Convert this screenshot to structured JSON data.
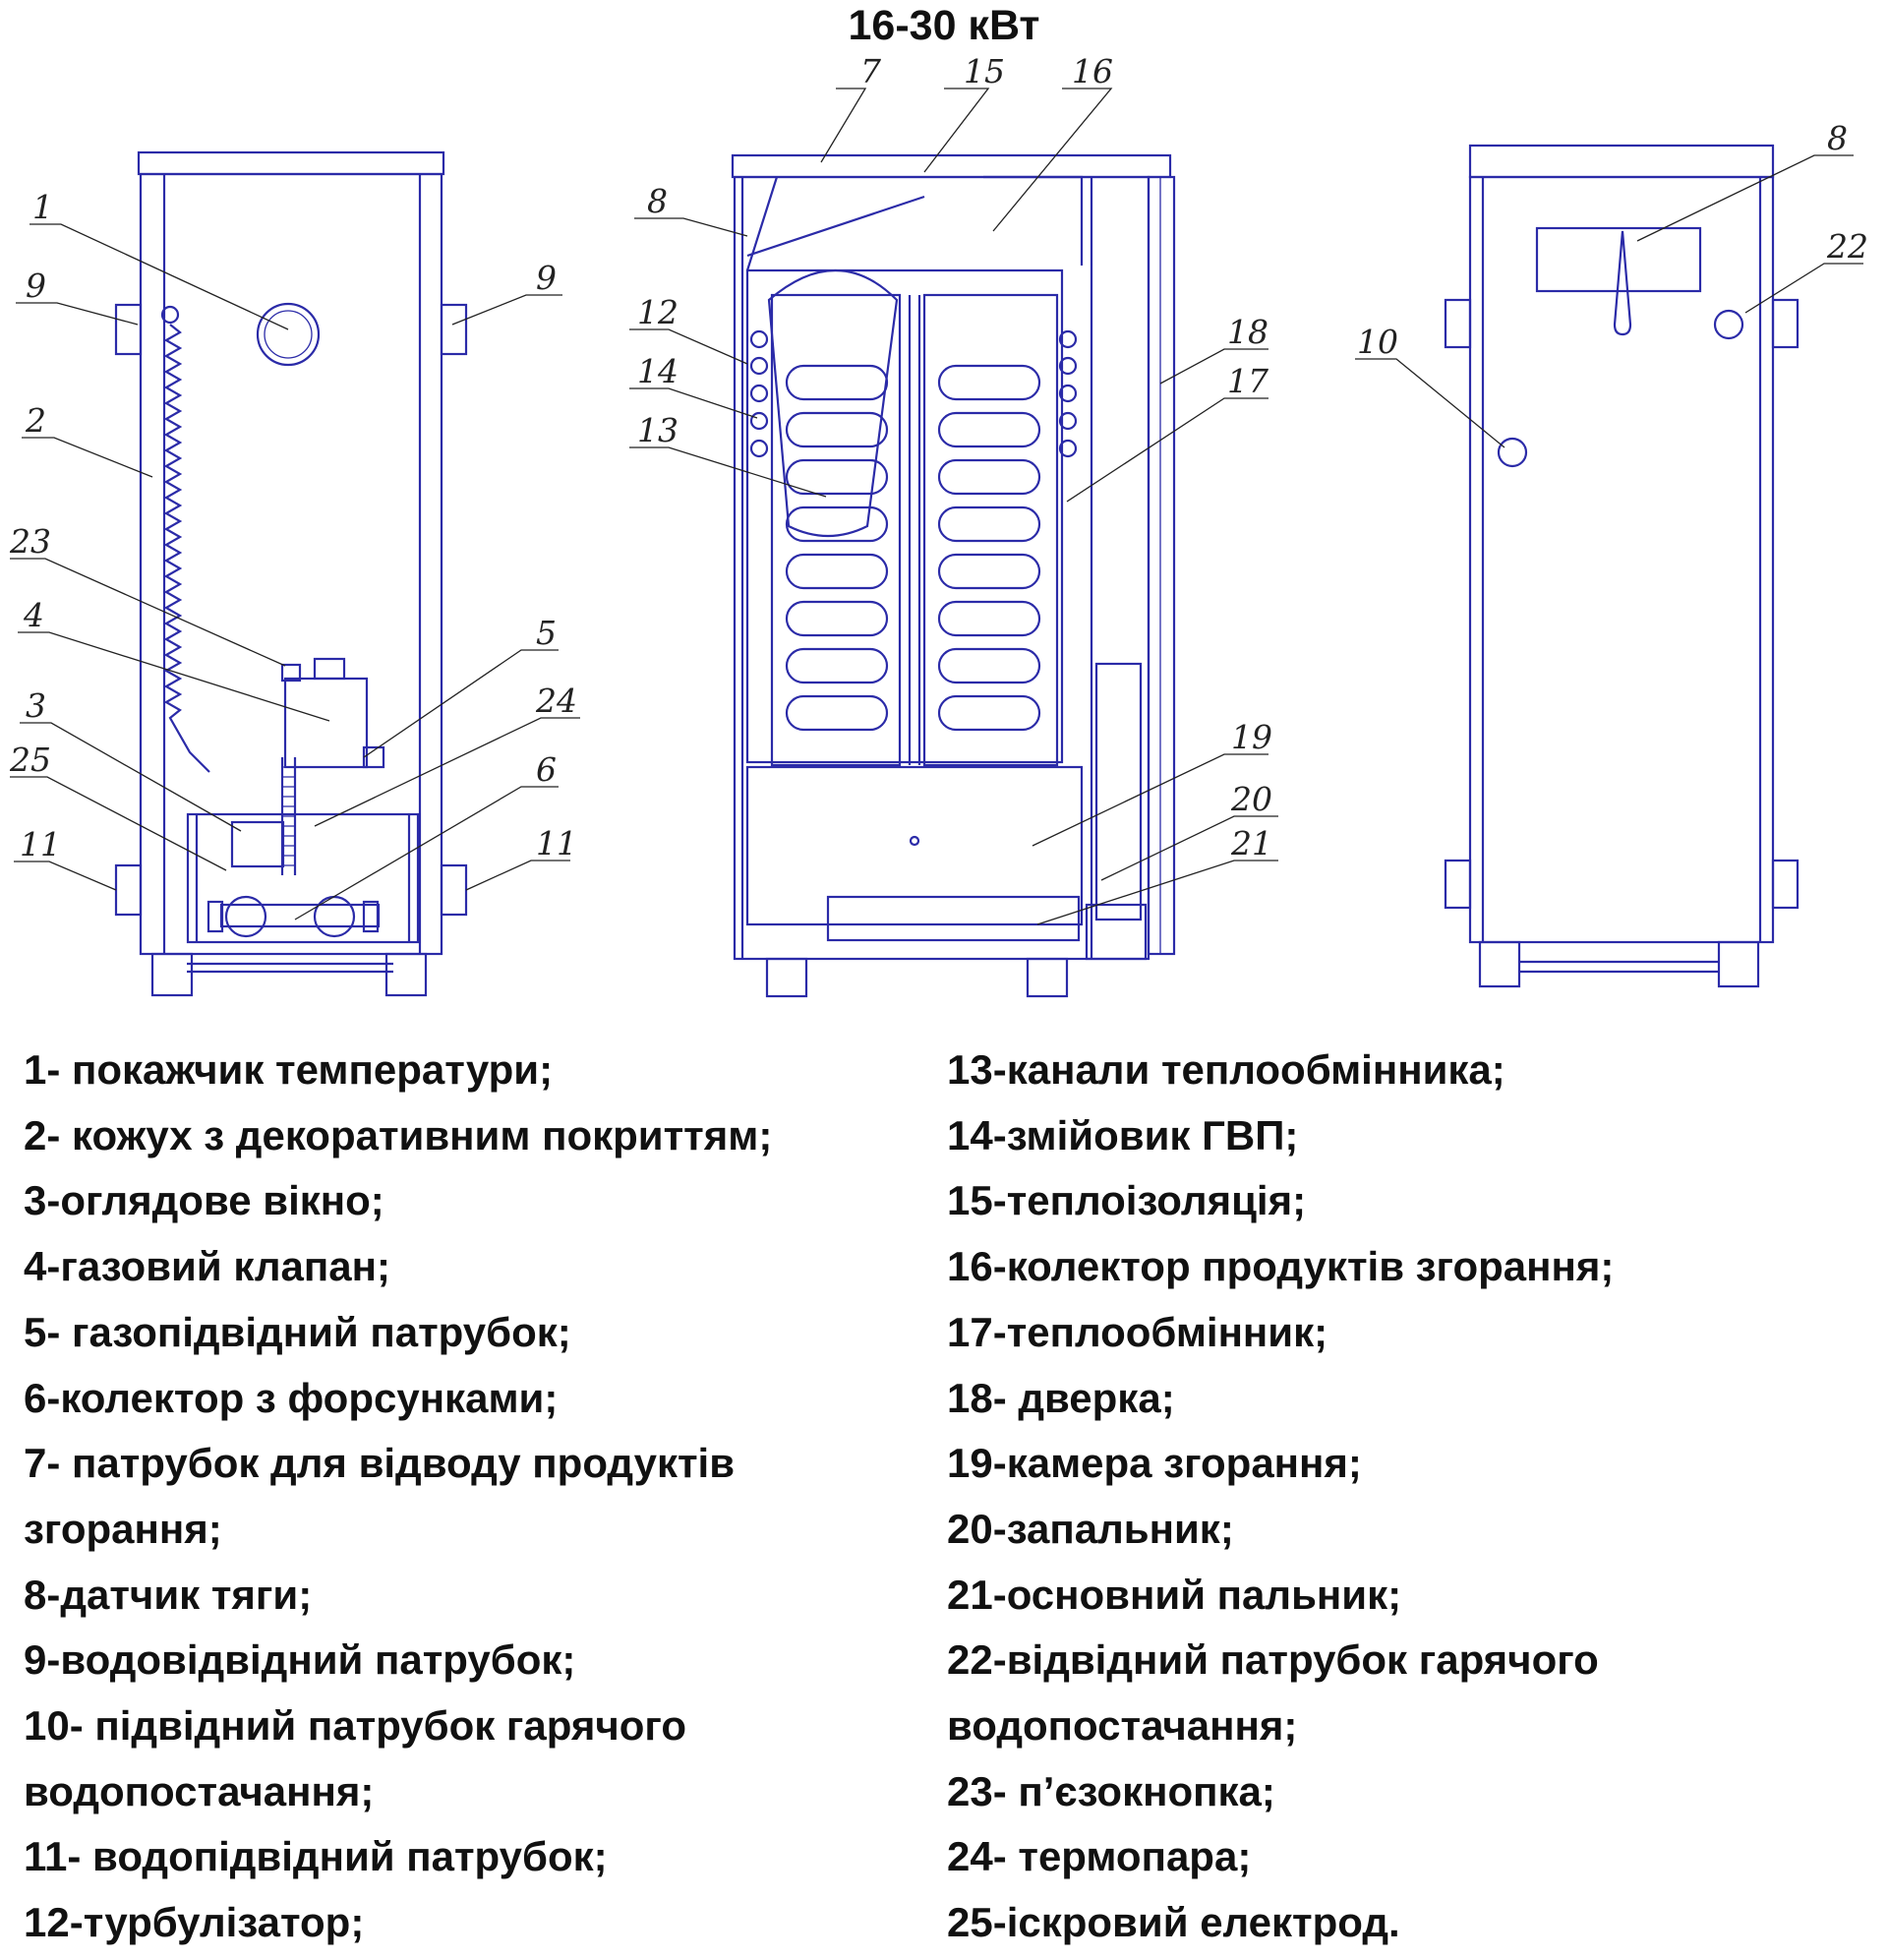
{
  "title": "16-30 кВт",
  "callouts": {
    "left_view": [
      "1",
      "9",
      "9",
      "2",
      "23",
      "4",
      "5",
      "3",
      "24",
      "25",
      "6",
      "11",
      "11"
    ],
    "middle_view": [
      "7",
      "15",
      "16",
      "8",
      "12",
      "14",
      "13",
      "18",
      "17",
      "19",
      "20",
      "21"
    ],
    "right_view": [
      "8",
      "22",
      "10"
    ]
  },
  "legend": {
    "left": [
      "1- покажчик температури;",
      "2- кожух з декоративним покриттям;",
      "3-оглядове вікно;",
      "4-газовий клапан;",
      "5- газопідвідний патрубок;",
      "6-колектор з форсунками;",
      "7- патрубок для відводу продуктів",
      "згорання;",
      "8-датчик тяги;",
      "9-водовідвідний патрубок;",
      "10- підвідний патрубок гарячого",
      "водопостачання;",
      "11- водопідвідний патрубок;",
      "12-турбулізатор;"
    ],
    "right": [
      "13-канали теплообмінника;",
      "14-змійовик ГВП;",
      "15-теплоізоляція;",
      "16-колектор продуктів згорання;",
      "17-теплообмінник;",
      "18- дверка;",
      "19-камера згорання;",
      "20-запальник;",
      "21-основний пальник;",
      "22-відвідний патрубок гарячого",
      "водопостачання;",
      "23- п’єзокнопка;",
      "24- термопара;",
      "25-іскровий електрод."
    ]
  },
  "colors": {
    "drawing_lines": "#2b2ba8",
    "leader_lines": "#222222",
    "text": "#111111"
  }
}
